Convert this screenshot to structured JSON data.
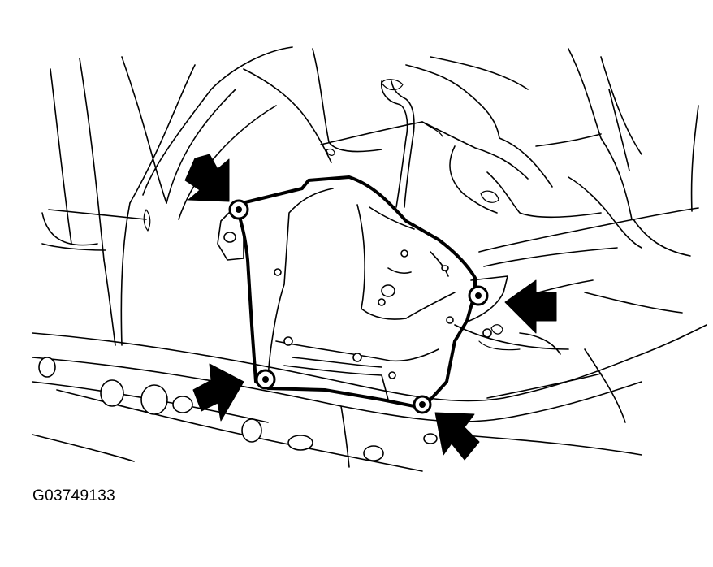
{
  "figure": {
    "code": "G03749133"
  },
  "callout_arrows": [
    {
      "name": "arrow-upper-left-bolt"
    },
    {
      "name": "arrow-right-bolt"
    },
    {
      "name": "arrow-lower-left-bolt"
    },
    {
      "name": "arrow-lower-right-bolt"
    }
  ],
  "fasteners": 4
}
